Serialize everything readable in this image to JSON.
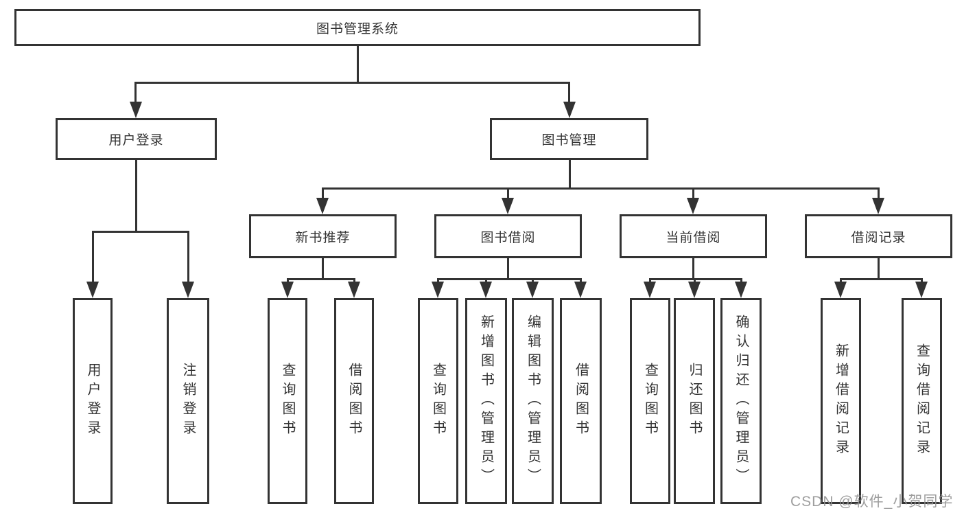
{
  "diagram": {
    "type": "hierarchy-tree",
    "title": "图书管理系统"
  },
  "colors": {
    "line": "#333333",
    "text": "#333333",
    "box_background": "#ffffff",
    "watermark": "#949494",
    "background": "#ffffff"
  },
  "nodes": {
    "root": "图书管理系统",
    "level2": {
      "user_login": "用户登录",
      "book_management": "图书管理"
    },
    "level3": {
      "new_book_recommend": "新书推荐",
      "book_borrowing": "图书借阅",
      "current_borrowing": "当前借阅",
      "borrowing_records": "借阅记录"
    },
    "leaves": {
      "user_login": "用户登录",
      "logout_login": "注销登录",
      "nbr_query_books": "查询图书",
      "nbr_borrow_books": "借阅图书",
      "bb_query_books": "查询图书",
      "bb_add_books_admin": "新增图书（管理员）",
      "bb_edit_books_admin": "编辑图书（管理员）",
      "bb_borrow_books": "借阅图书",
      "cb_query_books": "查询图书",
      "cb_return_books": "归还图书",
      "cb_confirm_return_admin": "确认归还（管理员）",
      "br_add_record": "新增借阅记录",
      "br_query_record": "查询借阅记录"
    }
  },
  "watermark": "CSDN @软件_小贺同学"
}
